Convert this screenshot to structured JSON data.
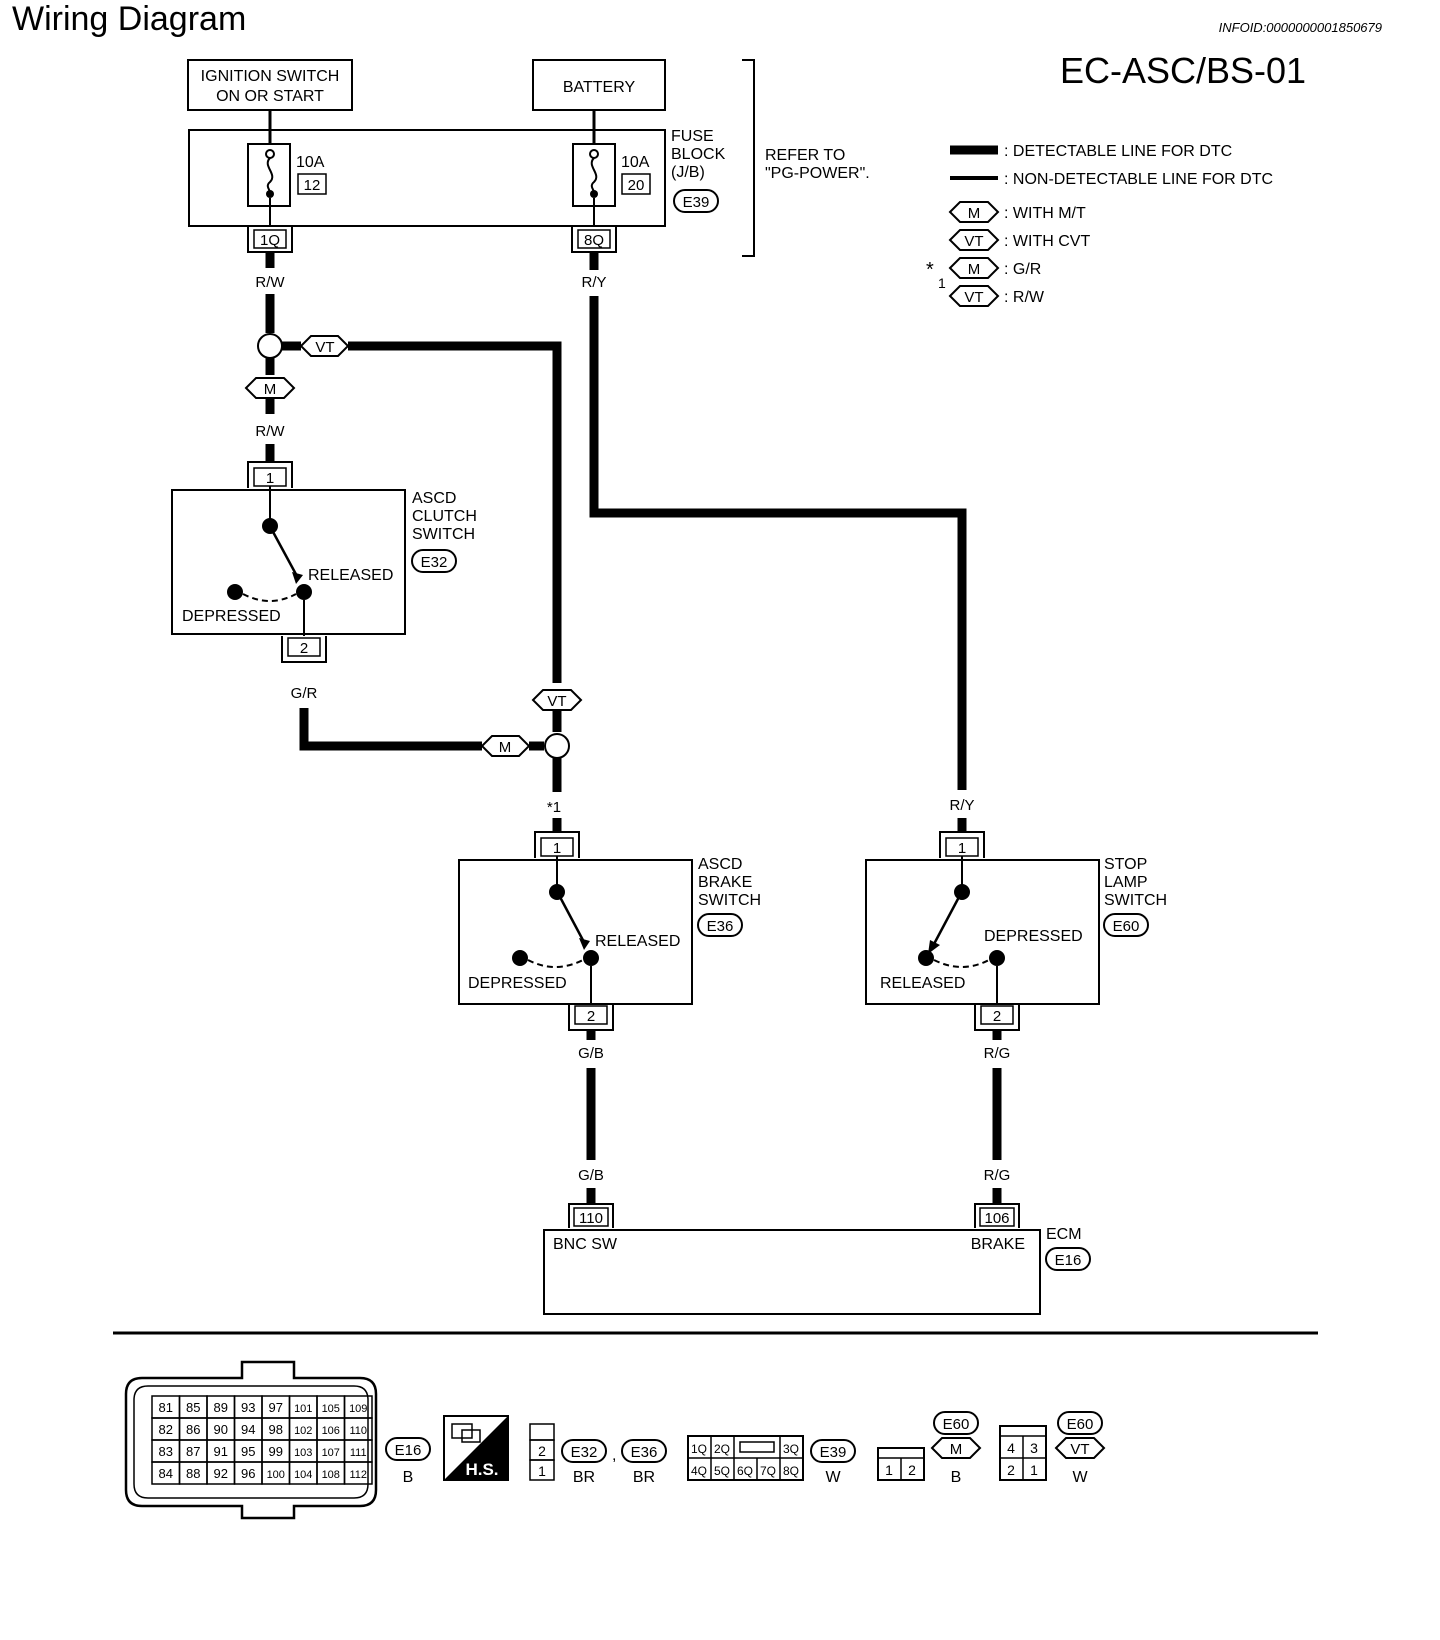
{
  "header": {
    "title": "Wiring Diagram",
    "info_id": "INFOID:0000000001850679",
    "diagram_code": "EC-ASC/BS-01"
  },
  "power": {
    "ignition_label_1": "IGNITION SWITCH",
    "ignition_label_2": "ON OR START",
    "battery_label": "BATTERY",
    "fuse_block_1": "FUSE",
    "fuse_block_2": "BLOCK",
    "fuse_block_3": "(J/B)",
    "fuse_block_conn": "E39",
    "fuse_a_amp": "10A",
    "fuse_a_no": "12",
    "fuse_b_amp": "10A",
    "fuse_b_no": "20",
    "term_a": "1Q",
    "term_b": "8Q",
    "refer_1": "REFER TO",
    "refer_2": "\"PG-POWER\"."
  },
  "legend": {
    "detectable": ": DETECTABLE LINE FOR DTC",
    "non_detectable": ": NON-DETECTABLE LINE FOR DTC",
    "m_tag": "M",
    "vt_tag": "VT",
    "with_mt": ": WITH M/T",
    "with_cvt": ": WITH CVT",
    "star": "*",
    "star_no": "1",
    "gr": ": G/R",
    "rw": ": R/W"
  },
  "wires": {
    "rw_top": "R/W",
    "ry_top": "R/Y",
    "rw_mid": "R/W",
    "gr": "G/R",
    "star1": "*1",
    "ry_bottom": "R/Y",
    "gb_1": "G/B",
    "rg_1": "R/G",
    "gb_2": "G/B",
    "rg_2": "R/G"
  },
  "clutch_switch": {
    "label_1": "ASCD",
    "label_2": "CLUTCH",
    "label_3": "SWITCH",
    "conn": "E32",
    "pin_top": "1",
    "pin_bottom": "2",
    "released": "RELEASED",
    "depressed": "DEPRESSED"
  },
  "brake_switch": {
    "label_1": "ASCD",
    "label_2": "BRAKE",
    "label_3": "SWITCH",
    "conn": "E36",
    "pin_top": "1",
    "pin_bottom": "2",
    "released": "RELEASED",
    "depressed": "DEPRESSED"
  },
  "stop_lamp": {
    "label_1": "STOP",
    "label_2": "LAMP",
    "label_3": "SWITCH",
    "conn": "E60",
    "pin_top": "1",
    "pin_bottom": "2",
    "depressed": "DEPRESSED",
    "released": "RELEASED"
  },
  "ecm": {
    "label": "ECM",
    "conn": "E16",
    "pin_a": "110",
    "pin_b": "106",
    "bnc_sw": "BNC SW",
    "brake": "BRAKE"
  },
  "connectors": {
    "ecm_pins": [
      [
        "81",
        "85",
        "89",
        "93",
        "97",
        "101",
        "105",
        "109"
      ],
      [
        "82",
        "86",
        "90",
        "94",
        "98",
        "102",
        "106",
        "110"
      ],
      [
        "83",
        "87",
        "91",
        "95",
        "99",
        "103",
        "107",
        "111"
      ],
      [
        "84",
        "88",
        "92",
        "96",
        "100",
        "104",
        "108",
        "112"
      ]
    ],
    "e16": "E16",
    "e16_color": "B",
    "hs": "H.S.",
    "two_pin_top": "2",
    "two_pin_bottom": "1",
    "e32": "E32",
    "e32_color": "BR",
    "comma": ",",
    "e36": "E36",
    "e36_color": "BR",
    "fuse_pins_top": [
      "1Q",
      "2Q",
      "3Q"
    ],
    "fuse_pins_bottom": [
      "4Q",
      "5Q",
      "6Q",
      "7Q",
      "8Q"
    ],
    "e39": "E39",
    "e39_color": "W",
    "e60_mt_pins": [
      "1",
      "2"
    ],
    "e60_a": "E60",
    "e60_a_tag": "M",
    "e60_a_color": "B",
    "e60_cvt_top": [
      "4",
      "3"
    ],
    "e60_cvt_bottom": [
      "2",
      "1"
    ],
    "e60_b": "E60",
    "e60_b_tag": "VT",
    "e60_b_color": "W"
  }
}
